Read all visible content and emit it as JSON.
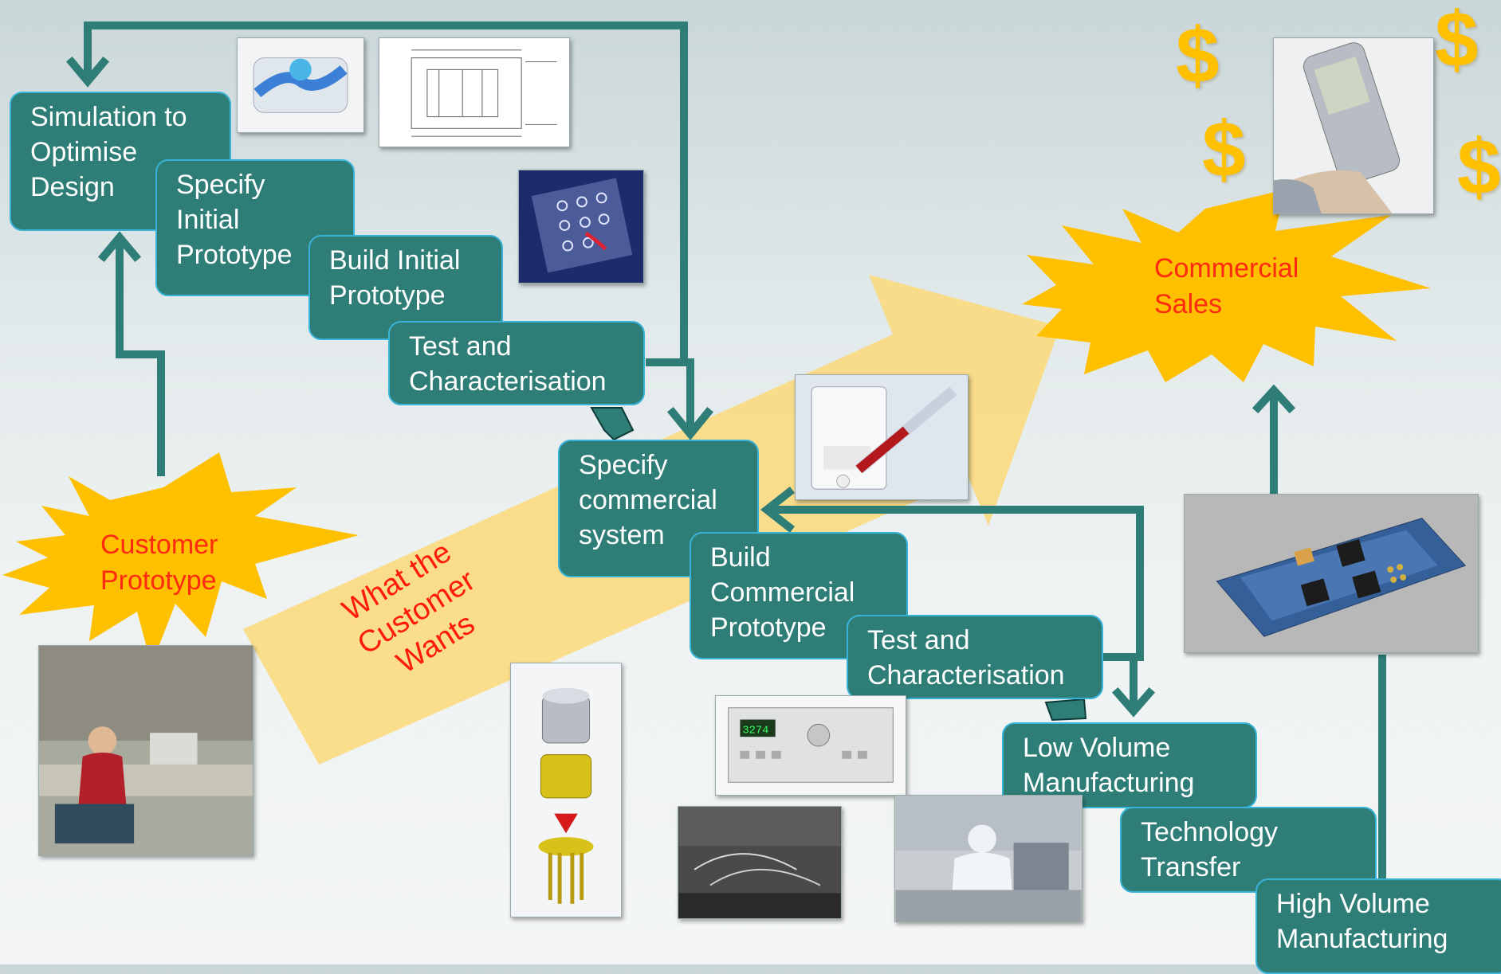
{
  "stages": {
    "simulation": [
      "Simulation to",
      "Optimise",
      "Design"
    ],
    "specify_initial": [
      "Specify",
      "Initial",
      "Prototype"
    ],
    "build_initial": [
      "Build Initial",
      "Prototype"
    ],
    "test_1": [
      "Test and",
      "Characterisation"
    ],
    "specify_commercial": [
      "Specify",
      "commercial",
      "system"
    ],
    "build_commercial": [
      "Build",
      "Commercial",
      "Prototype"
    ],
    "test_2": [
      "Test and",
      "Characterisation"
    ],
    "low_volume": [
      "Low Volume",
      "Manufacturing"
    ],
    "tech_transfer": [
      "Technology",
      "Transfer"
    ],
    "high_volume": [
      "High Volume",
      "Manufacturing"
    ]
  },
  "bursts": {
    "customer_prototype": [
      "Customer",
      "Prototype"
    ],
    "commercial_sales": [
      "Commercial",
      "Sales"
    ]
  },
  "arrow_label": [
    "What the",
    "Customer",
    "Wants"
  ],
  "dollar_sign": "$",
  "colors": {
    "box_fill": "#2e7d77",
    "box_border": "#39b4d8",
    "burst_fill": "#ffc000",
    "burst_text": "#ff2a10",
    "big_arrow": "#fcd979",
    "connector": "#2e7d77"
  }
}
